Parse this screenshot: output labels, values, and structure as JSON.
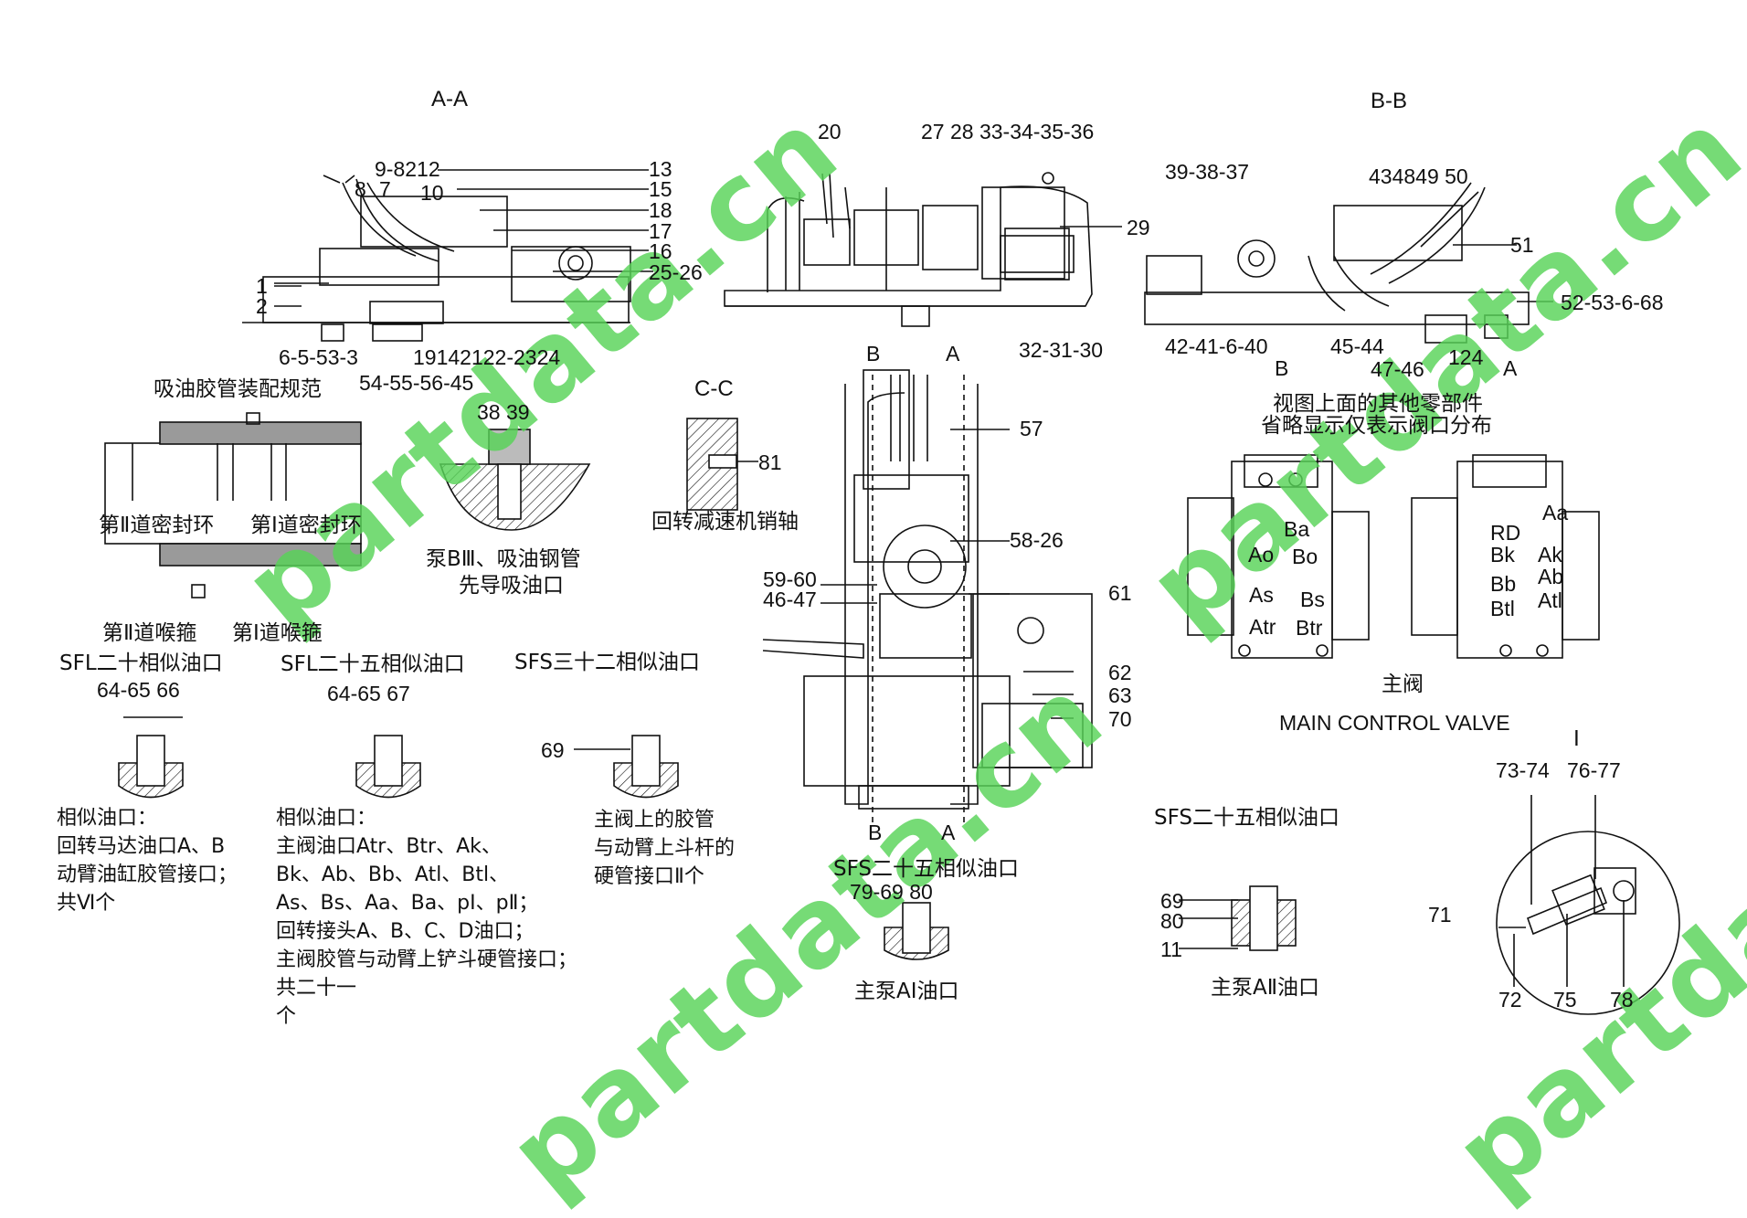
{
  "watermark": "partdata.cn",
  "sections": {
    "aa": "A-A",
    "bb": "B-B",
    "cc": "C-C",
    "b": "B",
    "a": "A"
  },
  "callouts": {
    "c20": "20",
    "c27_28_33": "27 28 33-34-35-36",
    "c29": "29",
    "c32": "32-31-30",
    "c9_8": "9-8212",
    "c8": "8",
    "c7": "7",
    "c10": "10",
    "c13": "13",
    "c15": "15",
    "c18": "18",
    "c17": "17",
    "c16": "16",
    "c25": "25-26",
    "c1": "1",
    "c2": "2",
    "c6_5": "6-5-53-3",
    "c19": "19142122-2324",
    "c54": "54-55-56-45",
    "c39": "39-38-37",
    "c43": "434849 50",
    "c51": "51",
    "c52": "52-53-6-68",
    "c42": "42-41-6-40",
    "c45": "45-44",
    "c124": "124",
    "c47": "47-46",
    "c57": "57",
    "c58": "58-26",
    "c59": "59-60",
    "c46": "46-47",
    "c61": "61",
    "c62": "62",
    "c63": "63",
    "c70": "70",
    "c81": "81",
    "c3839": "38 39",
    "c64a": "64-65 66",
    "c64b": "64-65 67",
    "c69": "69",
    "c79": "79-69 80",
    "c69b": "69",
    "c80b": "80",
    "c11": "11",
    "c73": "73-74",
    "c76": "76-77",
    "c71": "71",
    "c72": "72",
    "c75": "75",
    "c78": "78",
    "roman1": "Ⅰ"
  },
  "valve_ports": {
    "left": [
      "Ba",
      "Ao",
      "Bo",
      "As",
      "Bs",
      "Atr",
      "Btr"
    ],
    "right": [
      "RD",
      "Aa",
      "Bk",
      "Ak",
      "Bb",
      "Ab",
      "Btl",
      "Atl"
    ]
  },
  "texts": {
    "suction_hose": "吸油胶管装配规范",
    "seal2": "第Ⅱ道密封环",
    "seal1": "第Ⅰ道密封环",
    "clamp2": "第Ⅱ道喉箍",
    "clamp1": "第Ⅰ道喉箍",
    "pump_b3": "泵BⅢ、吸油钢管",
    "pilot": "先导吸油口",
    "slew_pin": "回转减速机销轴",
    "view_note1": "视图上面的其他零部件",
    "view_note2": "省略显示仅表示阀口分布",
    "main_valve_cn": "主阀",
    "main_valve_en": "MAIN CONTROL VALVE",
    "sfl20": "SFL二十相似油口",
    "sfl25": "SFL二十五相似油口",
    "sfs32": "SFS三十二相似油口",
    "sfs25a": "SFS二十五相似油口",
    "sfs25b": "SFS二十五相似油口",
    "pumpA1": "主泵AⅠ油口",
    "pumpA2": "主泵AⅡ油口",
    "note1": [
      "相似油口：",
      "回转马达油口A、B",
      "动臂油缸胶管接口；",
      "共Ⅵ个"
    ],
    "note2": [
      "相似油口：",
      "主阀油口Atr、Btr、Ak、",
      "Bk、Ab、Bb、Atl、Btl、",
      "As、Bs、Aa、Ba、pⅠ、pⅡ；",
      "回转接头A、B、C、D油口；",
      "主阀胶管与动臂上铲斗硬管接口；",
      "共二十一",
      "个"
    ],
    "note3": [
      "主阀上的胶管",
      "与动臂上斗杆的",
      "硬管接口Ⅱ个"
    ]
  }
}
